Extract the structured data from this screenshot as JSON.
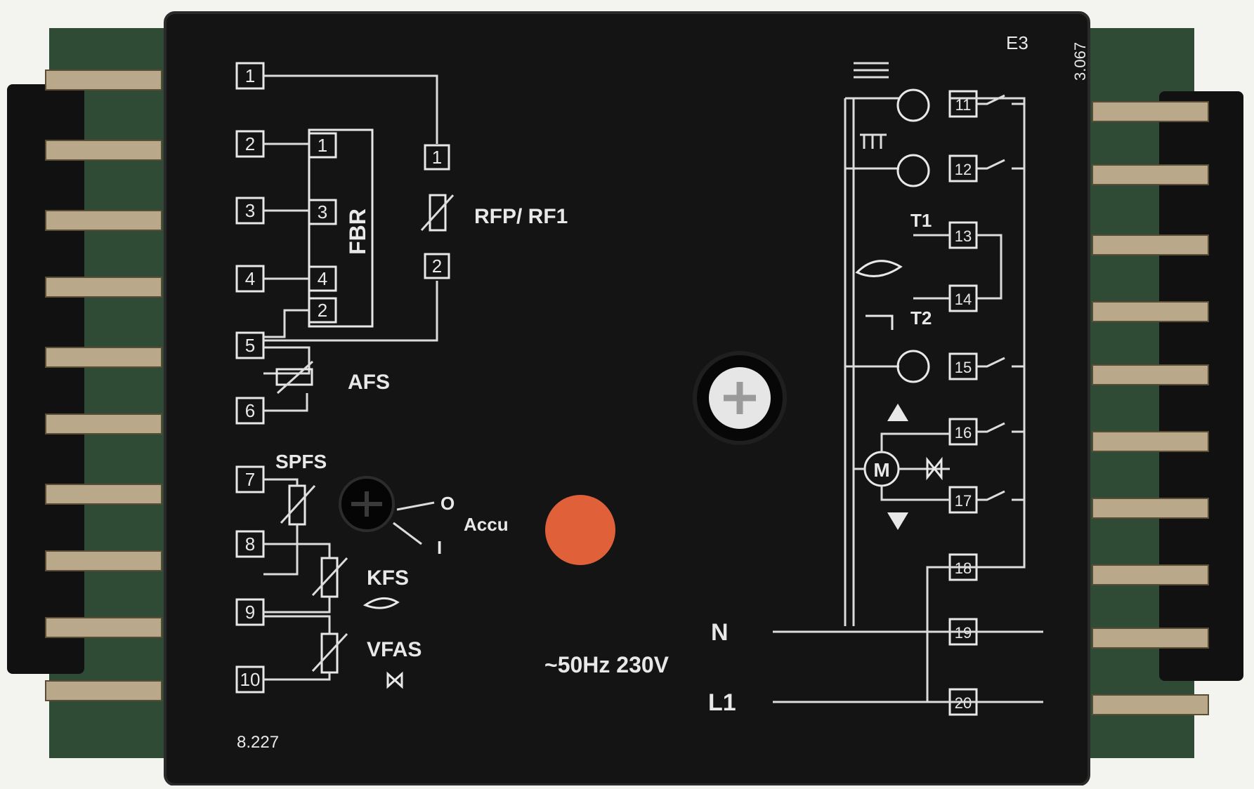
{
  "left_terminals": [
    "1",
    "2",
    "3",
    "4",
    "5",
    "6",
    "7",
    "8",
    "9",
    "10"
  ],
  "fbr": {
    "pins": [
      "1",
      "3",
      "4",
      "2"
    ],
    "label": "FBR"
  },
  "rfp": {
    "pins": [
      "1",
      "2"
    ],
    "label": "RFP/ RF1"
  },
  "sensors": {
    "afs": "AFS",
    "spfs": "SPFS",
    "kfs": "KFS",
    "vfas": "VFAS"
  },
  "accu": {
    "label": "Accu",
    "on": "O",
    "off": "I"
  },
  "power_label": "~50Hz 230V",
  "right_terminals": [
    "11",
    "12",
    "13",
    "14",
    "15",
    "16",
    "17",
    "18",
    "19",
    "20"
  ],
  "t_labels": {
    "t1": "T1",
    "t2": "T2"
  },
  "motor": "M",
  "lines": {
    "n": "N",
    "l1": "L1"
  },
  "codes": {
    "top": "E3",
    "side": "3.067",
    "bottom": "8.227"
  },
  "colors": {
    "housing": "#141414",
    "print": "#e8e8e8",
    "indicator": "#e0603a",
    "pcb": "#3b5a3e",
    "connector": "#b9a98a"
  }
}
